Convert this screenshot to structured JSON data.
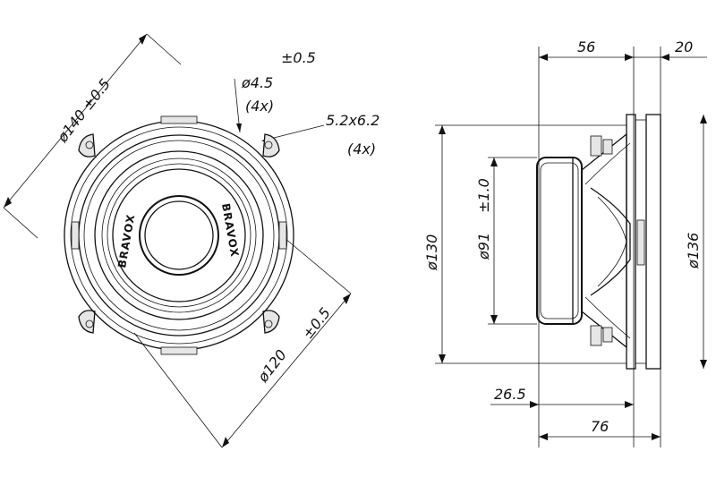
{
  "front_view": {
    "dim_outer_diameter": "ø140 ±0.5",
    "dim_mount_diameter": "ø120",
    "dim_mount_tolerance": "±0.5",
    "dim_hole": "ø4.5",
    "dim_hole_count": "(4x)",
    "dim_hole_tolerance": "±0.5",
    "dim_slot": "5.2x6.2",
    "dim_slot_count": "(4x)",
    "brand": "BRAVOX"
  },
  "side_view": {
    "dim_depth_top": "56",
    "dim_flange_top": "20",
    "dim_magnet_diameter": "ø91",
    "dim_magnet_tolerance": "±1.0",
    "dim_cutout_diameter": "ø130",
    "dim_flange_diameter": "ø136",
    "dim_offset": "26.5",
    "dim_total_depth": "76"
  }
}
